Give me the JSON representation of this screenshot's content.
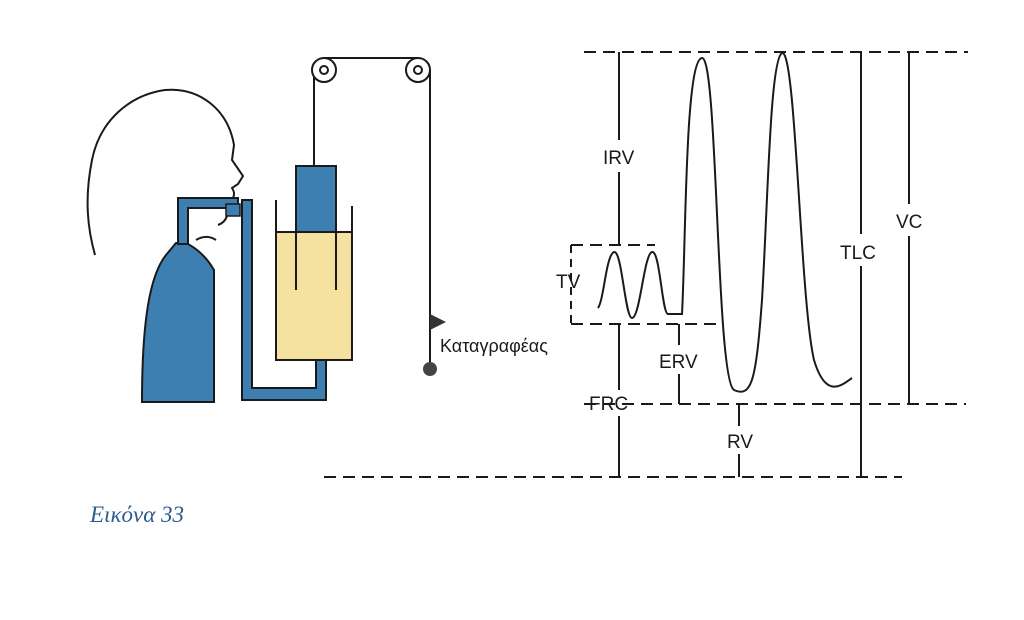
{
  "caption": "Εικόνα 33",
  "recorder_label": "Καταγραφέας",
  "labels": {
    "irv": "IRV",
    "tv": "TV",
    "erv": "ERV",
    "frc": "FRC",
    "rv": "RV",
    "tlc": "TLC",
    "vc": "VC"
  },
  "colors": {
    "body_blue": "#3e7fb2",
    "water_yellow": "#f6e2a0",
    "ink": "#1a1a1a",
    "caption_blue": "#2a5c8c"
  }
}
